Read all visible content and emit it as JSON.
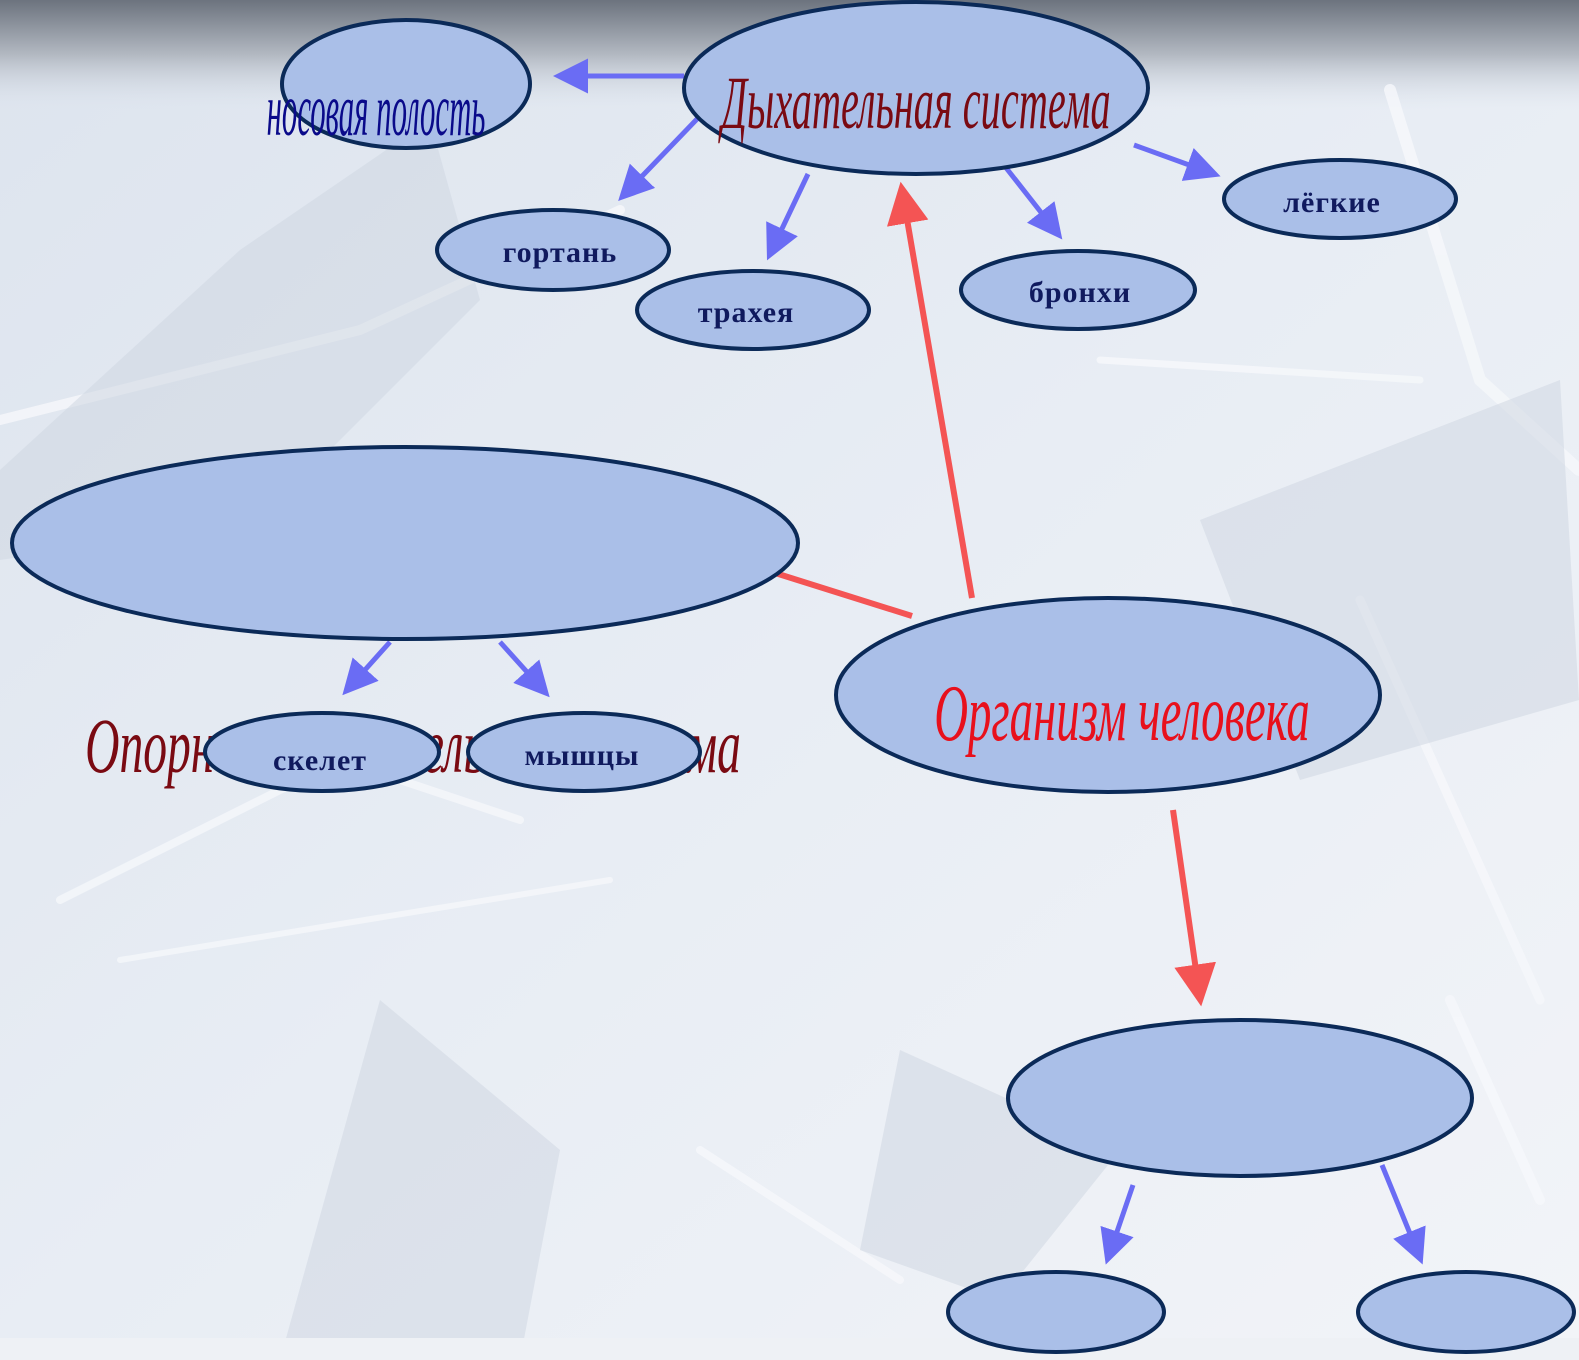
{
  "colors": {
    "node_fill": "#aabfe8",
    "node_stroke": "#0b2a58",
    "main_arrow": "#f45454",
    "sub_arrow": "#6a6cf4",
    "respiratory_title": "#7a0a12",
    "musculo_title": "#7a0a12",
    "organism_title": "#e8101c",
    "sub_text": "#101a5e",
    "nasal_text": "#0a0a8a"
  },
  "nodes": {
    "organism": {
      "label": "Организм человека"
    },
    "respiratory": {
      "label": "Дыхательная система"
    },
    "nasal": {
      "label": "носовая  полость"
    },
    "larynx": {
      "label": "гортань"
    },
    "trachea": {
      "label": "трахея"
    },
    "bronchi": {
      "label": "бронхи"
    },
    "lungs": {
      "label": "лёгкие"
    },
    "musculoskeletal": {
      "label": "Опорно - двигательная система"
    },
    "skeleton": {
      "label": "скелет"
    },
    "muscles": {
      "label": "мышцы"
    },
    "empty_system": {
      "label": ""
    },
    "empty_left": {
      "label": ""
    },
    "empty_right": {
      "label": ""
    }
  }
}
